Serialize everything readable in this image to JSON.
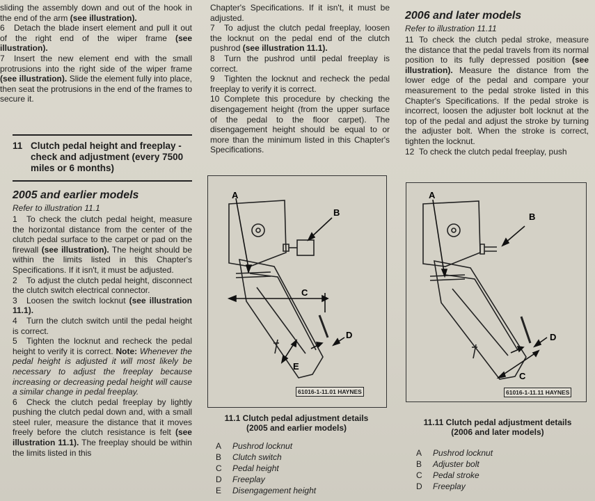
{
  "col1": {
    "intro": [
      {
        "num": "",
        "text": "sliding the assembly down and out of the hook in the end of the arm",
        "ref": "(see illustration)."
      },
      {
        "num": "6",
        "text": "Detach the blade insert element and pull it out of the right end of the wiper frame",
        "ref": "(see illustration)."
      },
      {
        "num": "7",
        "text": "Insert the new element end with the small protrusions into the right side of the wiper frame",
        "ref": "(see illustration).",
        "rest": "Slide the element fully into place, then seat the protrusions in the end of the frames to secure it."
      }
    ],
    "section_num": "11",
    "section_title": "Clutch pedal height and freeplay - check and adjustment (every 7500 miles or 6 months)",
    "subhead": "2005 and earlier models",
    "refer": "Refer to illustration 11.1",
    "p1_num": "1",
    "p1": "To check the clutch pedal height, measure the horizontal distance from the center of the clutch pedal surface to the carpet or pad on the firewall",
    "p1_ref": "(see illustration).",
    "p1_rest": "The height should be within the limits listed in this Chapter's Specifications. If it isn't, it must be adjusted.",
    "p2_num": "2",
    "p2": "To adjust the clutch pedal height, disconnect the clutch switch electrical connector.",
    "p3_num": "3",
    "p3": "Loosen the switch locknut",
    "p3_ref": "(see illustration 11.1).",
    "p4_num": "4",
    "p4": "Turn the clutch switch until the pedal height is correct.",
    "p5_num": "5",
    "p5": "Tighten the locknut and recheck the pedal height to verify it is correct.",
    "p5_note": "Note:",
    "p5_note_text": "Whenever the pedal height is adjusted it will most likely be necessary to adjust the freeplay because increasing or decreasing pedal height will cause a similar change in pedal freeplay.",
    "p6_num": "6",
    "p6": "Check the clutch pedal freeplay by lightly pushing the clutch pedal down and, with a small steel ruler, measure the distance that it moves freely before the clutch resistance is felt",
    "p6_ref": "(see illustration 11.1).",
    "p6_rest": "The freeplay should be within the limits listed in this"
  },
  "col2": {
    "p0": "Chapter's Specifications. If it isn't, it must be adjusted.",
    "p7_num": "7",
    "p7": "To adjust the clutch pedal freeplay, loosen the locknut on the pedal end of the clutch pushrod",
    "p7_ref": "(see illustration 11.1).",
    "p8_num": "8",
    "p8": "Turn the pushrod until pedal freeplay is correct.",
    "p9_num": "9",
    "p9": "Tighten the locknut and recheck the pedal freeplay to verify it is correct.",
    "p10_num": "10",
    "p10": "Complete this procedure by checking the disengagement height (from the upper surface of the pedal to the floor carpet). The disengagement height should be equal to or more than the minimum listed in this Chapter's Specifications."
  },
  "col3": {
    "subhead": "2006 and later models",
    "refer": "Refer to illustration 11.11",
    "p11_num": "11",
    "p11": "To check the clutch pedal stroke, measure the distance that the pedal travels from its normal position to its fully depressed position",
    "p11_ref": "(see illustration).",
    "p11_rest": "Measure the distance from the lower edge of the pedal and compare your measurement to the pedal stroke listed in this Chapter's Specifications. If the pedal stroke is incorrect, loosen the adjuster bolt locknut at the top of the pedal and adjust the stroke by turning the adjuster bolt. When the stroke is correct, tighten the locknut.",
    "p12_num": "12",
    "p12": "To check the clutch pedal freeplay, push"
  },
  "fig1": {
    "labels": {
      "a": "A",
      "b": "B",
      "c": "C",
      "d": "D",
      "e": "E"
    },
    "stamp": "61016-1-11.01 HAYNES",
    "caption1": "11.1 Clutch pedal adjustment details",
    "caption2": "(2005 and earlier models)",
    "legend": [
      {
        "k": "A",
        "v": "Pushrod locknut"
      },
      {
        "k": "B",
        "v": "Clutch switch"
      },
      {
        "k": "C",
        "v": "Pedal height"
      },
      {
        "k": "D",
        "v": "Freeplay"
      },
      {
        "k": "E",
        "v": "Disengagement height"
      }
    ]
  },
  "fig2": {
    "labels": {
      "a": "A",
      "b": "B",
      "c": "C",
      "d": "D"
    },
    "stamp": "61016-1-11.11 HAYNES",
    "caption1": "11.11 Clutch pedal adjustment details",
    "caption2": "(2006 and later models)",
    "legend": [
      {
        "k": "A",
        "v": "Pushrod locknut"
      },
      {
        "k": "B",
        "v": "Adjuster bolt"
      },
      {
        "k": "C",
        "v": "Pedal stroke"
      },
      {
        "k": "D",
        "v": "Freeplay"
      }
    ]
  }
}
